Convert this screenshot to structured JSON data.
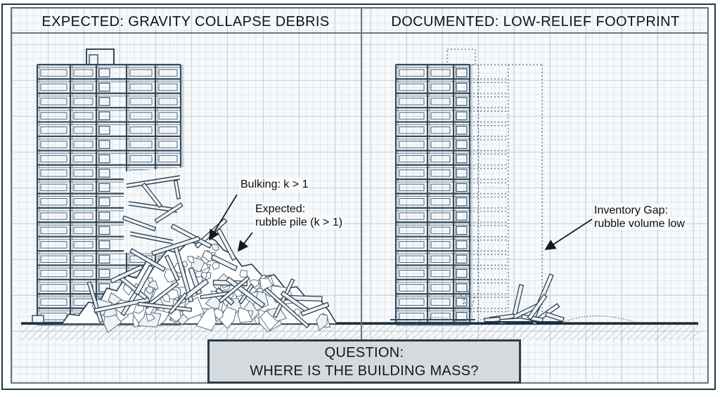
{
  "panels": {
    "left": {
      "title": "EXPECTED: GRAVITY COLLAPSE DEBRIS"
    },
    "right": {
      "title": "DOCUMENTED: LOW-RELIEF FOOTPRINT"
    }
  },
  "annotations": {
    "bulking": {
      "text": "Bulking: k > 1"
    },
    "expected": {
      "line1": "Expected:",
      "line2": "rubble pile (k > 1)"
    },
    "inventory_gap": {
      "line1": "Inventory Gap:",
      "line2": "rubble volume low"
    }
  },
  "question": {
    "line1": "QUESTION:",
    "line2": "WHERE IS THE BUILDING MASS?"
  },
  "colors": {
    "ink": "#32495c",
    "ink_dark": "#24384a",
    "ghost": "#5f7081",
    "ground": "#1b2a36",
    "hatch": "#9fb1bd",
    "paper": "#f7f9fb",
    "grid_minor": "#e0e8ed",
    "grid_major": "#c7d3db",
    "frame": "#6a767f",
    "question_fill": "#d5dade",
    "question_border": "#2c3c48",
    "text": "#101214",
    "annotation_text": "#0c0e10",
    "arrow": "#15181b"
  }
}
